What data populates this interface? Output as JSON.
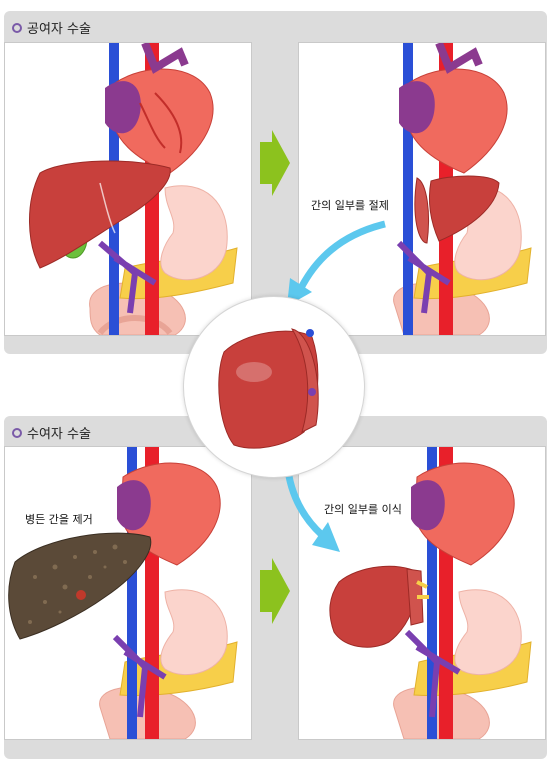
{
  "donor": {
    "title": "공여자 수술"
  },
  "recipient": {
    "title": "수여자 수술"
  },
  "captions": {
    "resect": "간의 일부를 절제",
    "diseased": "병든 간을 제거",
    "transplant": "간의 일부를 이식"
  },
  "colors": {
    "section_bg": "#dcdcdc",
    "bullet": "#7a5aa8",
    "arrow_green": "#8cc21e",
    "arrow_blue": "#5cc8ee",
    "liver": "#c8403c",
    "diseased_liver": "#5b4a38",
    "artery": "#e8202a",
    "vein": "#2a4fd6"
  }
}
